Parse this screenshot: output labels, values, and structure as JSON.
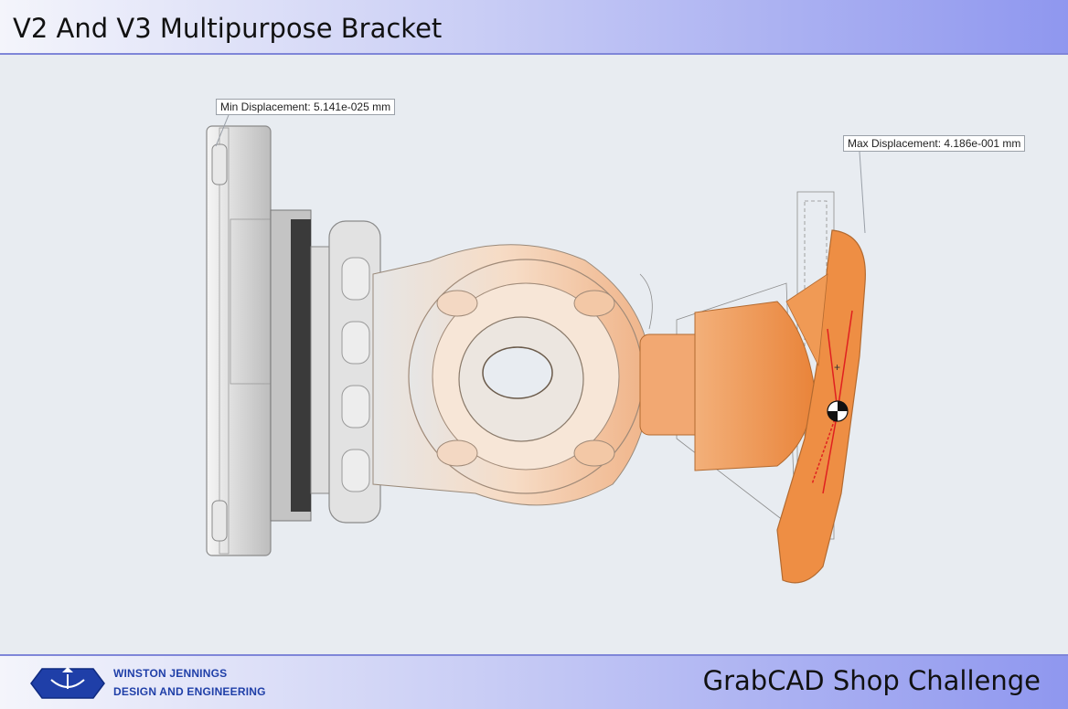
{
  "header": {
    "title": "V2 And V3 Multipurpose Bracket"
  },
  "viewport": {
    "min_label": "Min Displacement: 5.141e-025 mm",
    "max_label": "Max Displacement: 4.186e-001 mm"
  },
  "footer": {
    "company_line1": "WINSTON JENNINGS",
    "company_line2": "DESIGN AND ENGINEERING",
    "challenge": "GrabCAD Shop Challenge"
  },
  "colors": {
    "accent": "#8f97ef",
    "part_orange": "#f09a55",
    "part_grey": "#d4d4d4",
    "leader_red": "#e02020"
  }
}
